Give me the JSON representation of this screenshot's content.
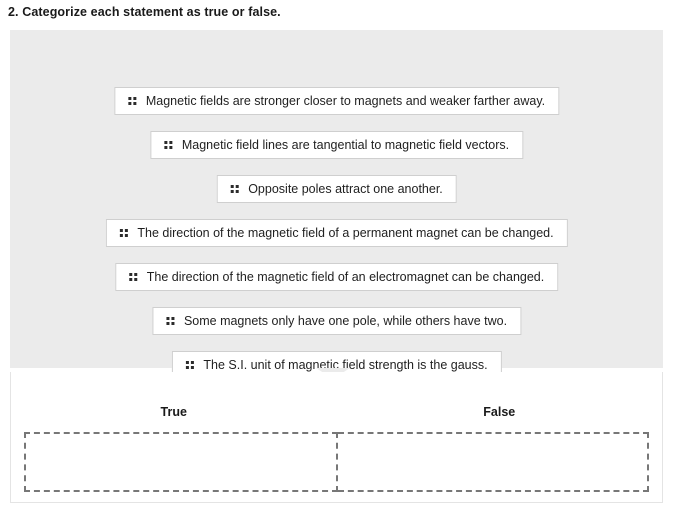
{
  "question": {
    "number": "2.",
    "title": "2. Categorize each statement as true or false."
  },
  "source_panel": {
    "name": "statement-bank",
    "background_color": "#ebebeb",
    "drag_handle_icon": "drag-handle-dots-icon",
    "statements": [
      {
        "id": 1,
        "text": "Magnetic fields are stronger closer to magnets and weaker farther away."
      },
      {
        "id": 2,
        "text": "Magnetic field lines are tangential to magnetic field vectors."
      },
      {
        "id": 3,
        "text": "Opposite poles attract one another."
      },
      {
        "id": 4,
        "text": "The direction of the magnetic field of a permanent magnet can be changed."
      },
      {
        "id": 5,
        "text": "The direction of the magnetic field of an electromagnet can be changed."
      },
      {
        "id": 6,
        "text": "Some magnets only have one pole, while others have two."
      },
      {
        "id": 7,
        "text": "The S.I. unit of magnetic field strength is the gauss."
      }
    ]
  },
  "drop_area": {
    "buckets": [
      {
        "label": "True",
        "items": []
      },
      {
        "label": "False",
        "items": []
      }
    ],
    "border_color": "#777777",
    "background_color": "#ffffff"
  },
  "colors": {
    "panel_gray": "#ebebeb",
    "chip_border": "#cfcfcf",
    "text": "#1f1f1f",
    "dashed_border": "#777777"
  }
}
